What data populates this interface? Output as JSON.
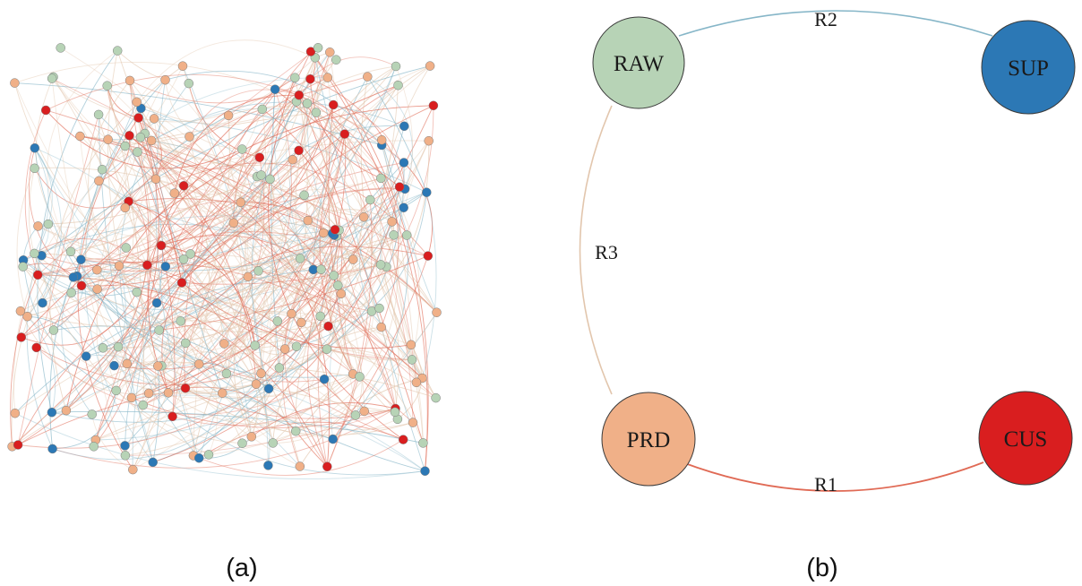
{
  "colors": {
    "RAW": "#b7d3b6",
    "SUP": "#2c78b5",
    "PRD": "#f0b088",
    "CUS": "#d91e1f",
    "R1": "#e06a55",
    "R2": "#86b6c8",
    "R3": "#e2c6ad",
    "node_stroke": "#3a3a3a"
  },
  "panel_a": {
    "caption": "(a)",
    "network": {
      "node_types": [
        "RAW",
        "PRD",
        "SUP",
        "CUS"
      ],
      "edge_types": [
        "R1",
        "R2",
        "R3"
      ]
    }
  },
  "panel_b": {
    "caption": "(b)",
    "nodes": [
      {
        "id": "RAW",
        "label": "RAW"
      },
      {
        "id": "SUP",
        "label": "SUP"
      },
      {
        "id": "PRD",
        "label": "PRD"
      },
      {
        "id": "CUS",
        "label": "CUS"
      }
    ],
    "edges": [
      {
        "id": "R2",
        "label": "R2",
        "source": "RAW",
        "target": "SUP"
      },
      {
        "id": "R3",
        "label": "R3",
        "source": "RAW",
        "target": "PRD"
      },
      {
        "id": "R1",
        "label": "R1",
        "source": "PRD",
        "target": "CUS"
      }
    ]
  }
}
